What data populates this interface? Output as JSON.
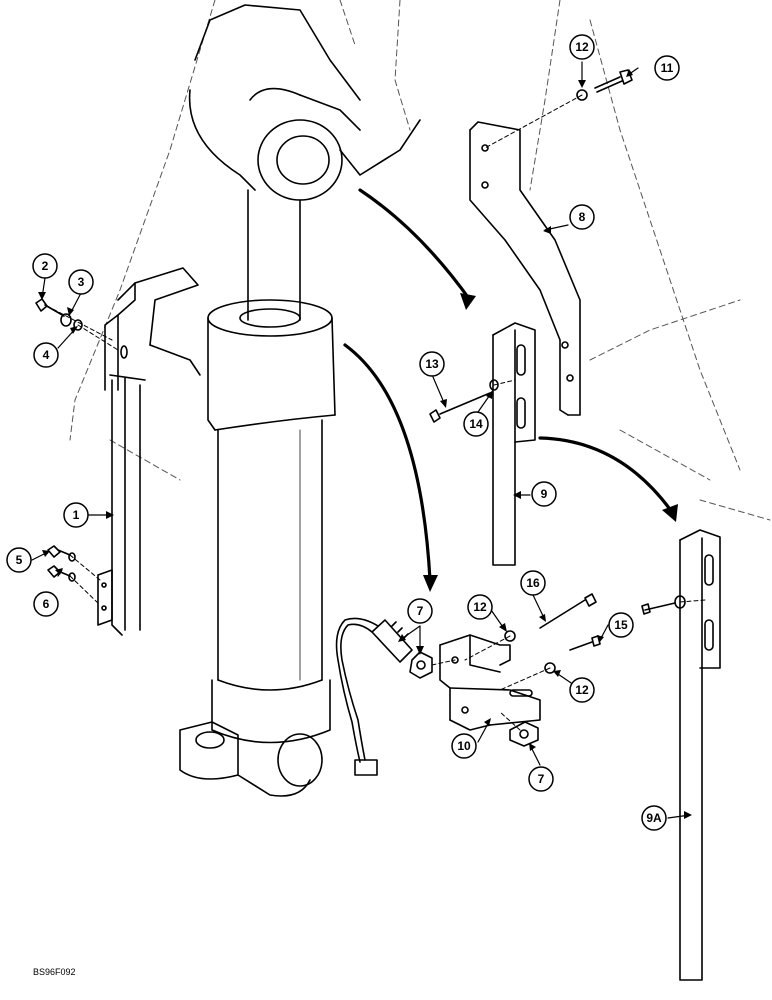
{
  "figure_code": "BS96F092",
  "callouts": [
    {
      "id": "1",
      "label": "1"
    },
    {
      "id": "2",
      "label": "2"
    },
    {
      "id": "3",
      "label": "3"
    },
    {
      "id": "4",
      "label": "4"
    },
    {
      "id": "5",
      "label": "5"
    },
    {
      "id": "6",
      "label": "6"
    },
    {
      "id": "7a",
      "label": "7"
    },
    {
      "id": "7b",
      "label": "7"
    },
    {
      "id": "8",
      "label": "8"
    },
    {
      "id": "9",
      "label": "9"
    },
    {
      "id": "9a",
      "label": "9A"
    },
    {
      "id": "10",
      "label": "10"
    },
    {
      "id": "11",
      "label": "11"
    },
    {
      "id": "12a",
      "label": "12"
    },
    {
      "id": "12b",
      "label": "12"
    },
    {
      "id": "12c",
      "label": "12"
    },
    {
      "id": "13",
      "label": "13"
    },
    {
      "id": "14",
      "label": "14"
    },
    {
      "id": "15",
      "label": "15"
    },
    {
      "id": "16",
      "label": "16"
    }
  ]
}
